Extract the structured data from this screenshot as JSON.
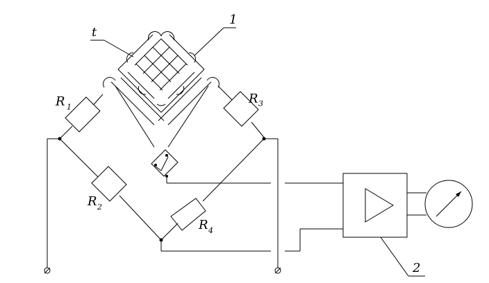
{
  "labels": {
    "t": "t",
    "callout_1": "1",
    "callout_2": "2",
    "r1": "R",
    "r1_sub": "1",
    "r2": "R",
    "r2_sub": "2",
    "r3": "R",
    "r3_sub": "3",
    "r4": "R",
    "r4_sub": "4"
  }
}
